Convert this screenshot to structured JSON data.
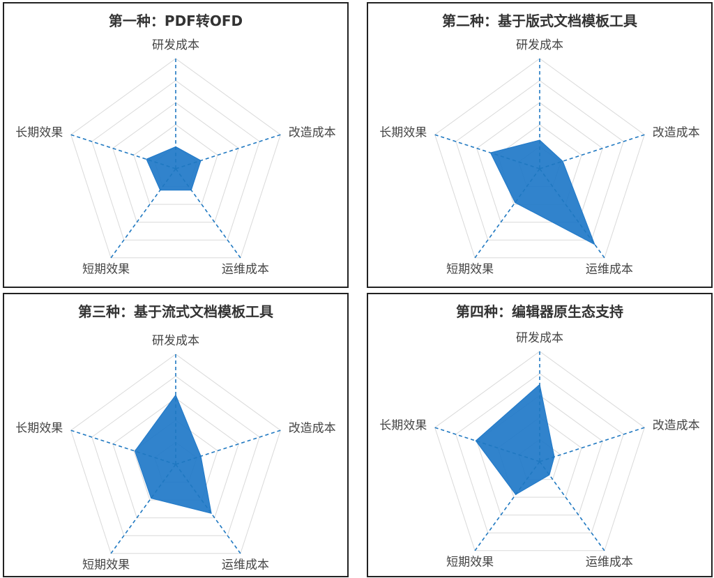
{
  "chart_data": [
    {
      "type": "radar",
      "title": "第一种：PDF转OFD",
      "axes": [
        "研发成本",
        "改造成本",
        "运维成本",
        "短期效果",
        "长期效果"
      ],
      "max": 10,
      "rings": 5,
      "values": [
        2.0,
        2.4,
        2.4,
        2.4,
        2.8
      ]
    },
    {
      "type": "radar",
      "title": "第二种：基于版式文档模板工具",
      "axes": [
        "研发成本",
        "改造成本",
        "运维成本",
        "短期效果",
        "长期效果"
      ],
      "max": 10,
      "rings": 5,
      "values": [
        2.6,
        2.2,
        8.5,
        3.8,
        4.7
      ]
    },
    {
      "type": "radar",
      "title": "第三种：基于流式文档模板工具",
      "axes": [
        "研发成本",
        "改造成本",
        "运维成本",
        "短期效果",
        "长期效果"
      ],
      "max": 10,
      "rings": 5,
      "values": [
        6.3,
        2.4,
        5.5,
        3.8,
        3.9
      ]
    },
    {
      "type": "radar",
      "title": "第四种：编辑器原生态支持",
      "axes": [
        "研发成本",
        "改造成本",
        "运维成本",
        "短期效果",
        "长期效果"
      ],
      "max": 10,
      "rings": 5,
      "values": [
        7.0,
        1.4,
        1.5,
        3.7,
        6.1
      ]
    }
  ]
}
